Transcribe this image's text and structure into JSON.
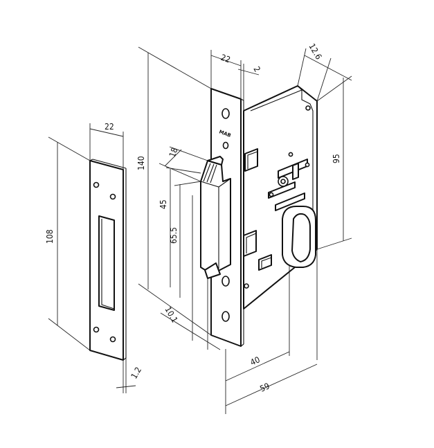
{
  "dimensions": {
    "strike_width": "22",
    "strike_height": "108",
    "strike_thickness": "1.2",
    "faceplate_width": "22",
    "faceplate_thickness": "2",
    "faceplate_height": "140",
    "bolt_width": "18",
    "bolt_offset": "45",
    "bolt_to_cylinder": "65.5",
    "bolt_depth": "10.1",
    "case_depth": "12.6",
    "case_height": "95",
    "backset": "40",
    "case_length": "59"
  },
  "brand_mark": "MAB"
}
